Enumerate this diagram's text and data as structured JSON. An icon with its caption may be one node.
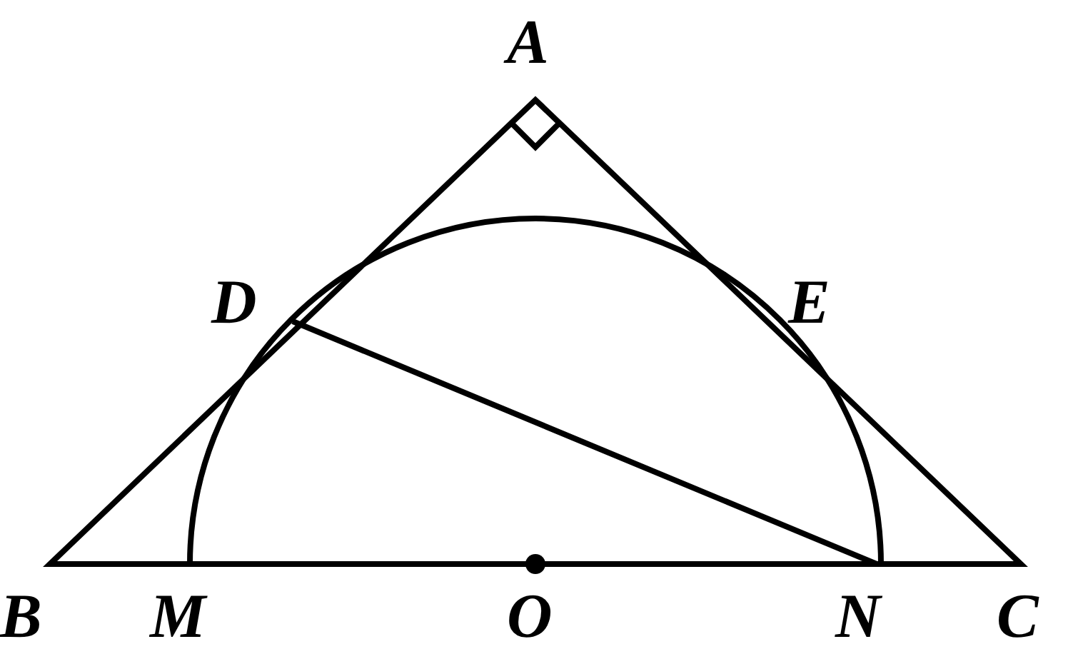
{
  "diagram": {
    "labels": [
      "A",
      "D",
      "E",
      "B",
      "M",
      "O",
      "N",
      "C"
    ]
  }
}
